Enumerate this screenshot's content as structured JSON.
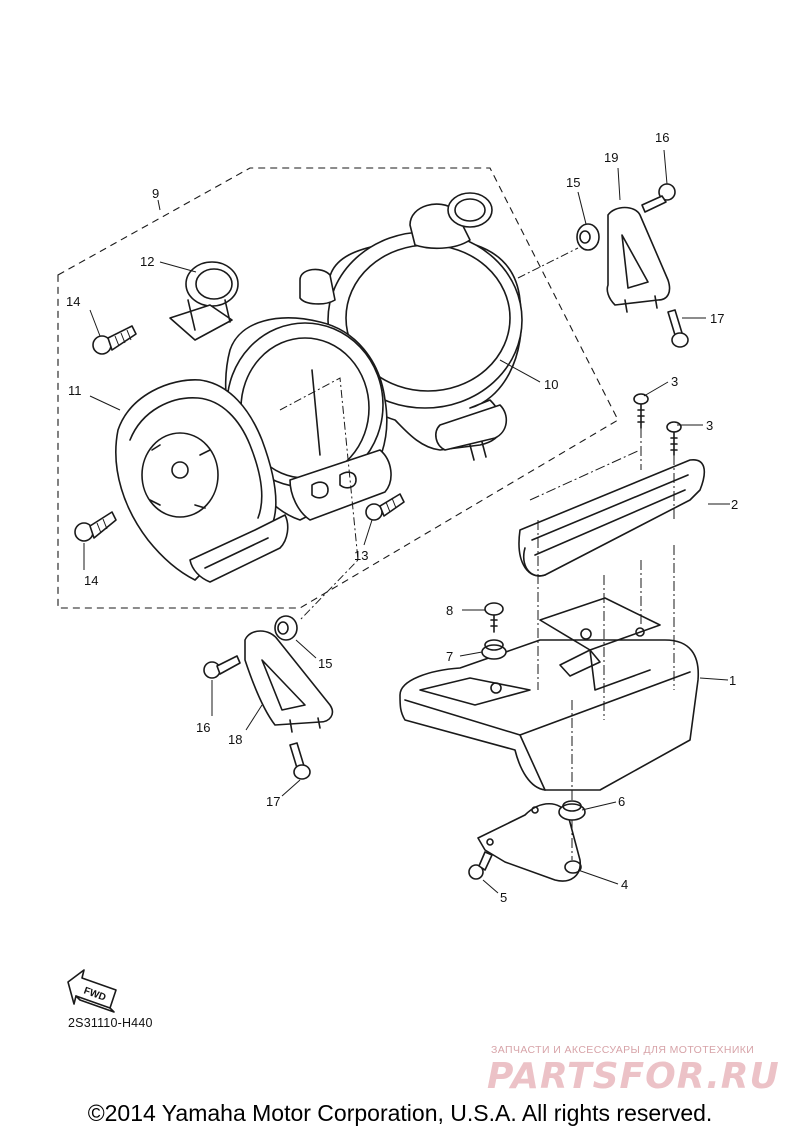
{
  "callouts": [
    {
      "id": "c1",
      "text": "1"
    },
    {
      "id": "c2",
      "text": "2"
    },
    {
      "id": "c3a",
      "text": "3"
    },
    {
      "id": "c3b",
      "text": "3"
    },
    {
      "id": "c4",
      "text": "4"
    },
    {
      "id": "c5",
      "text": "5"
    },
    {
      "id": "c6",
      "text": "6"
    },
    {
      "id": "c7",
      "text": "7"
    },
    {
      "id": "c8",
      "text": "8"
    },
    {
      "id": "c9",
      "text": "9"
    },
    {
      "id": "c10",
      "text": "10"
    },
    {
      "id": "c11",
      "text": "11"
    },
    {
      "id": "c12",
      "text": "12"
    },
    {
      "id": "c13",
      "text": "13"
    },
    {
      "id": "c14a",
      "text": "14"
    },
    {
      "id": "c14b",
      "text": "14"
    },
    {
      "id": "c15a",
      "text": "15"
    },
    {
      "id": "c15b",
      "text": "15"
    },
    {
      "id": "c16a",
      "text": "16"
    },
    {
      "id": "c16b",
      "text": "16"
    },
    {
      "id": "c17a",
      "text": "17"
    },
    {
      "id": "c17b",
      "text": "17"
    },
    {
      "id": "c18",
      "text": "18"
    },
    {
      "id": "c19",
      "text": "19"
    }
  ],
  "fwd_label": "FWD",
  "diagram_code": "2S31110-H440",
  "watermark": {
    "tagline": "ЗАПЧАСТИ И АКСЕССУАРЫ ДЛЯ МОТОТЕХНИКИ",
    "brand": "PARTSFOR.RU"
  },
  "copyright": "©2014 Yamaha Motor Corporation, U.S.A. All rights reserved."
}
